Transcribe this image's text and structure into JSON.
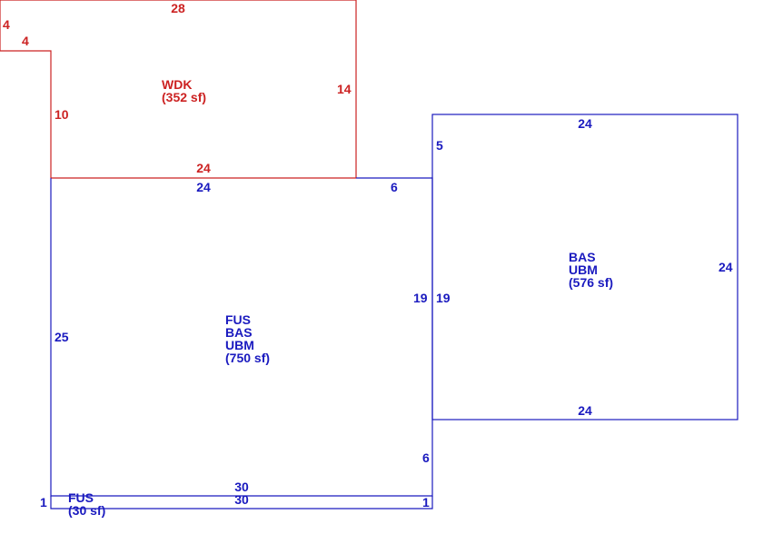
{
  "colors": {
    "deck": "#cc2222",
    "living": "#1a1abf",
    "background": "#ffffff"
  },
  "areas": {
    "wdk": {
      "code": "WDK",
      "area": "(352 sf)"
    },
    "main": {
      "codes": [
        "FUS",
        "BAS",
        "UBM"
      ],
      "area": "(750 sf)"
    },
    "east": {
      "codes": [
        "BAS",
        "UBM"
      ],
      "area": "(576 sf)"
    },
    "strip": {
      "code": "FUS",
      "area": "(30 sf)"
    }
  },
  "dimensions": {
    "wdk_top": "28",
    "wdk_left_upper": "4",
    "wdk_step": "4",
    "wdk_left_lower": "10",
    "wdk_right": "14",
    "wdk_bottom": "24",
    "main_top": "24",
    "main_top_right": "6",
    "main_left": "25",
    "main_right_mid": "19",
    "main_right_low": "6",
    "main_bottom": "30",
    "strip_top": "30",
    "strip_left": "1",
    "strip_right": "1",
    "east_top": "24",
    "east_left_top": "5",
    "east_left_mid": "19",
    "east_right": "24",
    "east_bottom": "24"
  }
}
